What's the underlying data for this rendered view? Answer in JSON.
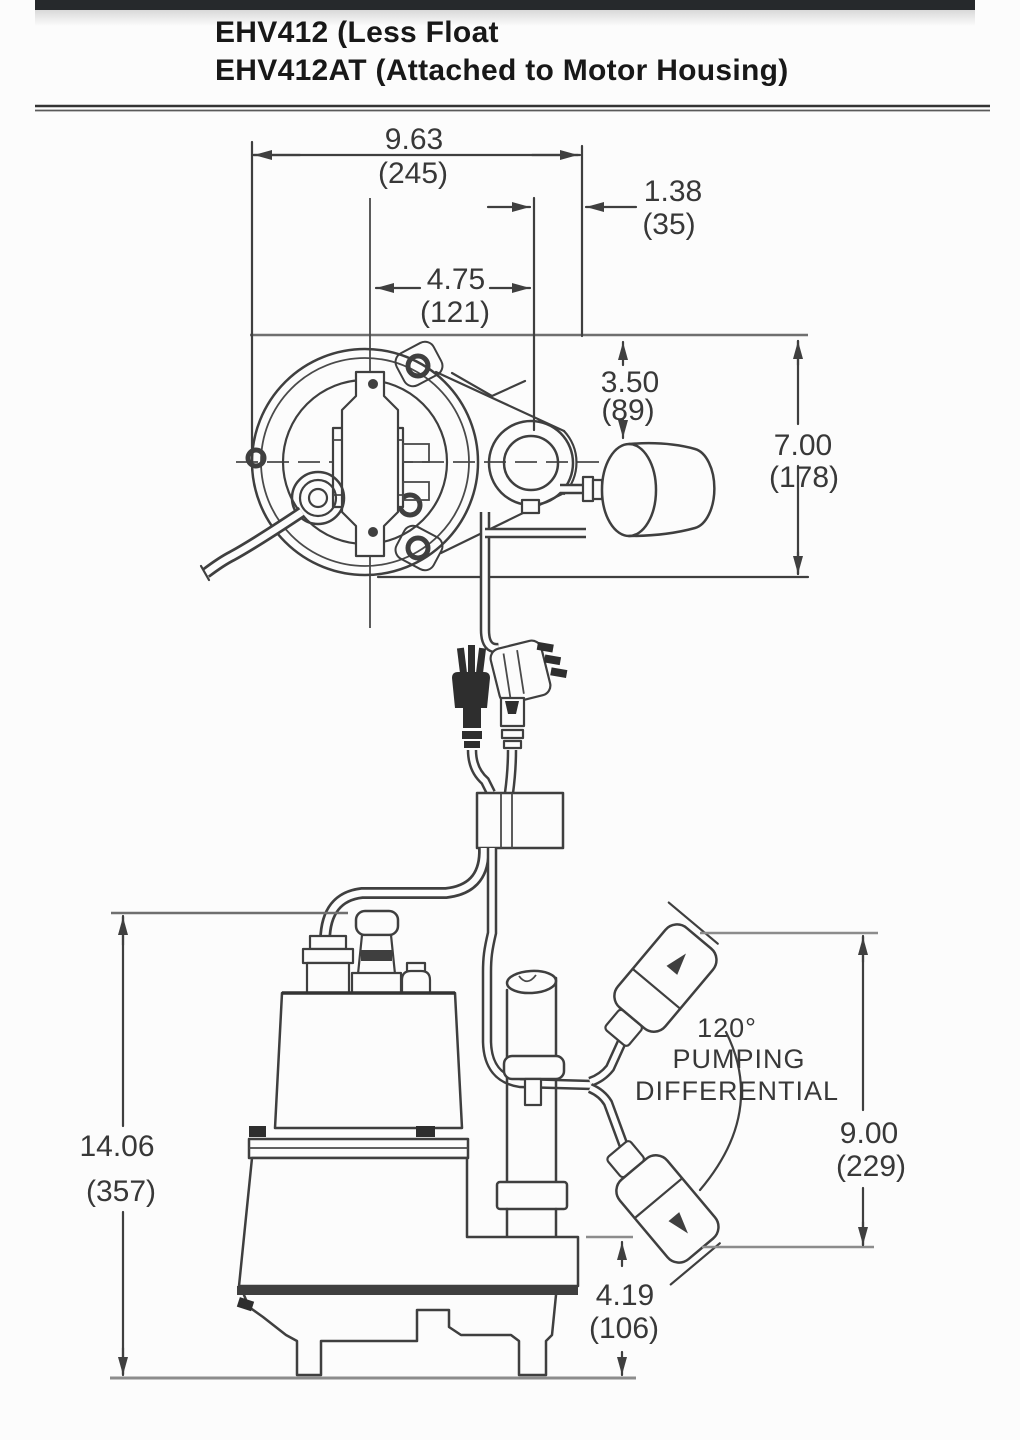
{
  "header": {
    "title_line1": "EHV412 (Less Float",
    "title_line2": "EHV412AT (Attached to Motor Housing)"
  },
  "drawing": {
    "top_view": {
      "dim_overall_width": {
        "in": "9.63",
        "mm": "(245)"
      },
      "dim_cord_offset": {
        "in": "1.38",
        "mm": "(35)"
      },
      "dim_center_to_float": {
        "in": "4.75",
        "mm": "(121)"
      },
      "dim_float_clearance": {
        "in": "3.50",
        "mm": "(89)"
      },
      "dim_overall_depth": {
        "in": "7.00",
        "mm": "(178)"
      }
    },
    "side_view": {
      "dim_overall_height": {
        "in": "14.06",
        "mm": "(357)"
      },
      "dim_pumping_range": {
        "in": "9.00",
        "mm": "(229)"
      },
      "dim_discharge_height": {
        "in": "4.19",
        "mm": "(106)"
      },
      "annotation": {
        "angle": "120°",
        "word1": "PUMPING",
        "word2": "DIFFERENTIAL"
      }
    }
  },
  "colors": {
    "line": "#3f3f3f",
    "reference_line": "#8c8c8c",
    "text": "#383838",
    "top_bar": "#26292c",
    "background": "#fcfcfc"
  }
}
